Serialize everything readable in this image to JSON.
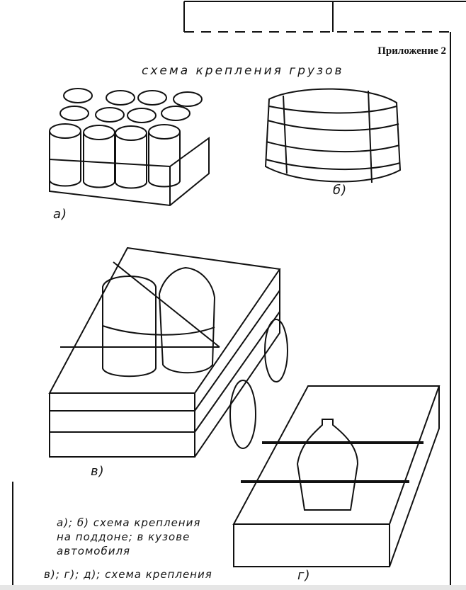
{
  "header": {
    "appendix_label": "Приложение 2"
  },
  "figure": {
    "title": "схема крепления грузов",
    "labels": {
      "a": "а)",
      "b": "б)",
      "v": "в)",
      "g": "г)"
    },
    "caption": {
      "line1": "а); б) схема крепления",
      "line2": "на поддоне; в кузове",
      "line3": "автомобиля",
      "line4": "в); г); д); схема крепления"
    }
  }
}
